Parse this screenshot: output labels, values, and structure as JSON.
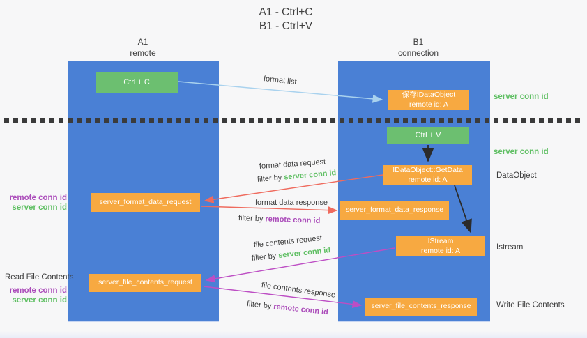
{
  "title": {
    "line1": "A1 - Ctrl+C",
    "line2": "B1 - Ctrl+V"
  },
  "lanes": {
    "a1": {
      "name": "A1",
      "role": "remote"
    },
    "b1": {
      "name": "B1",
      "role": "connection"
    }
  },
  "nodes": {
    "ctrl_c": {
      "label": "Ctrl + C"
    },
    "save_idataobject": {
      "line1": "保存IDataObject",
      "line2": "remote id: A"
    },
    "ctrl_v": {
      "label": "Ctrl + V"
    },
    "getdata": {
      "line1": "IDataObject::GetData",
      "line2": "remote id: A"
    },
    "format_request": {
      "label": "server_format_data_request"
    },
    "format_response": {
      "label": "server_format_data_response"
    },
    "istream": {
      "line1": "IStream",
      "line2": "remote id: A"
    },
    "file_request": {
      "label": "server_file_contents_request"
    },
    "file_response": {
      "label": "server_file_contents_response"
    }
  },
  "arrow_labels": {
    "format_list": "format list",
    "format_data_request": "format data request",
    "format_data_response": "format data response",
    "file_contents_request": "file contents request",
    "file_contents_response": "file contents response",
    "filter_by": "filter by ",
    "server_conn_id": "server conn id",
    "remote_conn_id": "remote conn id"
  },
  "side_labels": {
    "left": {
      "remote_conn_id": "remote conn id",
      "server_conn_id": "server conn id",
      "read_file_contents": "Read File Contents"
    },
    "right": {
      "server_conn_id": "server conn id",
      "data_object": "DataObject",
      "istream": "Istream",
      "write_file_contents": "Write File Contents"
    }
  },
  "colors": {
    "lane_blue": "#4a80d5",
    "box_green": "#6cbf70",
    "box_orange": "#f7a941",
    "arrow_light_blue": "#a9d2ee",
    "arrow_black": "#2b2b2b",
    "arrow_red": "#ef6b5e",
    "arrow_magenta": "#bd4ec4",
    "text_green": "#5fbf63",
    "text_purple": "#ab4cba",
    "text_dark": "#3d3d3d"
  }
}
